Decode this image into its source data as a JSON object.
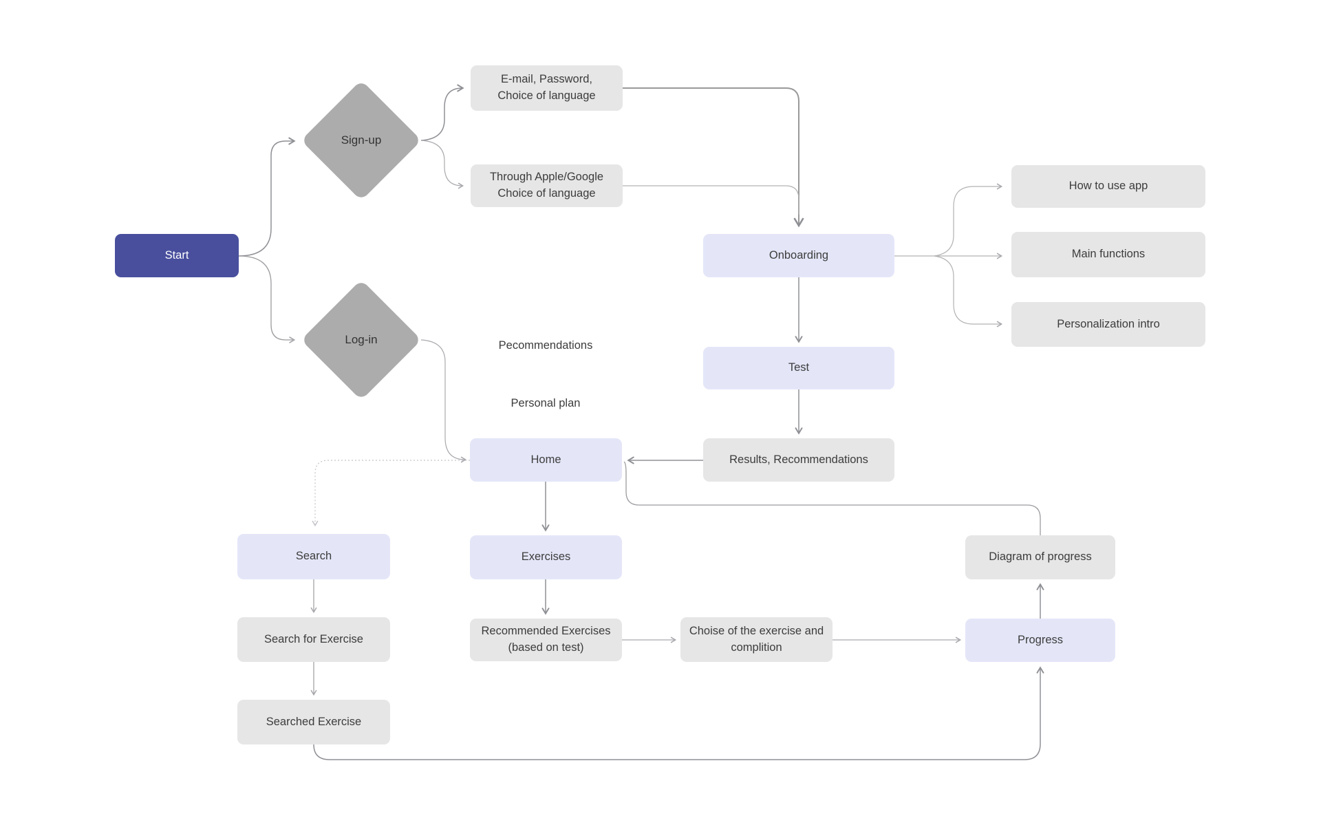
{
  "diagram": {
    "title": "App user-flow diagram",
    "colors": {
      "background": "#ffffff",
      "start_node": "#494f9d",
      "primary_node": "#e4e6f8",
      "secondary_node": "#e6e6e6",
      "decision_node": "#acacac",
      "edge": "#9b9b9b",
      "text": "#3c3c3c"
    },
    "nodes": {
      "start": {
        "label": "Start",
        "kind": "start"
      },
      "signup": {
        "label": "Sign-up",
        "kind": "decision"
      },
      "login": {
        "label": "Log-in",
        "kind": "decision"
      },
      "email_password": {
        "label": "E-mail, Password,\nChoice of language",
        "kind": "step"
      },
      "through_apple_google": {
        "label": "Through Apple/Google\nChoice of language",
        "kind": "step"
      },
      "onboarding": {
        "label": "Onboarding",
        "kind": "screen"
      },
      "how_to_use_app": {
        "label": "How to use app",
        "kind": "step"
      },
      "main_functions": {
        "label": "Main functions",
        "kind": "step"
      },
      "personalization_intro": {
        "label": "Personalization intro",
        "kind": "step"
      },
      "test": {
        "label": "Test",
        "kind": "screen"
      },
      "results_recommendations": {
        "label": "Results, Recommendations",
        "kind": "step"
      },
      "home": {
        "label": "Home",
        "kind": "screen"
      },
      "search": {
        "label": "Search",
        "kind": "screen"
      },
      "exercises": {
        "label": "Exercises",
        "kind": "screen"
      },
      "diagram_of_progress": {
        "label": "Diagram of progress",
        "kind": "step"
      },
      "search_for_exercise": {
        "label": "Search for Exercise",
        "kind": "step"
      },
      "recommended_exercises": {
        "label": "Recommended Exercises\n(based on test)",
        "kind": "step"
      },
      "choice_of_exercise": {
        "label": "Choise of the exercise and\ncomplition",
        "kind": "step"
      },
      "progress": {
        "label": "Progress",
        "kind": "screen"
      },
      "searched_exercise": {
        "label": "Searched Exercise",
        "kind": "step"
      }
    },
    "floating_labels": {
      "pecommendations": "Pecommendations",
      "personal_plan": "Personal plan"
    },
    "edges": [
      {
        "from": "start",
        "to": "signup"
      },
      {
        "from": "start",
        "to": "login"
      },
      {
        "from": "signup",
        "to": "email_password"
      },
      {
        "from": "signup",
        "to": "through_apple_google"
      },
      {
        "from": "email_password",
        "to": "onboarding"
      },
      {
        "from": "through_apple_google",
        "to": "onboarding"
      },
      {
        "from": "onboarding",
        "to": "how_to_use_app"
      },
      {
        "from": "onboarding",
        "to": "main_functions"
      },
      {
        "from": "onboarding",
        "to": "personalization_intro"
      },
      {
        "from": "onboarding",
        "to": "test"
      },
      {
        "from": "test",
        "to": "results_recommendations"
      },
      {
        "from": "results_recommendations",
        "to": "home"
      },
      {
        "from": "diagram_of_progress",
        "to": "home"
      },
      {
        "from": "login",
        "to": "home"
      },
      {
        "from": "home",
        "to": "search",
        "style": "dotted"
      },
      {
        "from": "home",
        "to": "exercises"
      },
      {
        "from": "search",
        "to": "search_for_exercise"
      },
      {
        "from": "search_for_exercise",
        "to": "searched_exercise"
      },
      {
        "from": "searched_exercise",
        "to": "progress"
      },
      {
        "from": "exercises",
        "to": "recommended_exercises"
      },
      {
        "from": "recommended_exercises",
        "to": "choice_of_exercise"
      },
      {
        "from": "choice_of_exercise",
        "to": "progress"
      },
      {
        "from": "progress",
        "to": "diagram_of_progress"
      }
    ]
  }
}
